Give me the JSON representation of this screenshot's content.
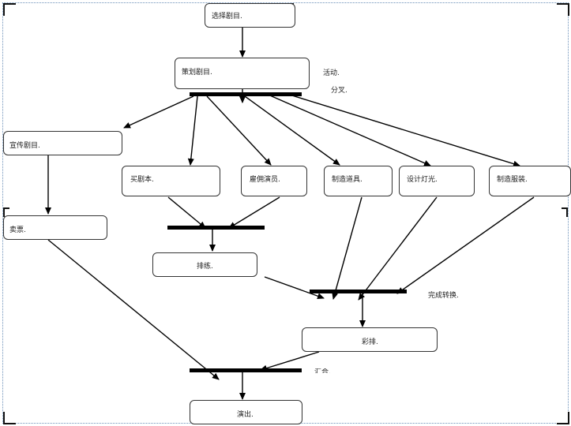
{
  "nodes": {
    "choose_play": "选择剧目.",
    "plan_play": "策划剧目.",
    "promote": "宣传剧目.",
    "buy_script": "买剧本.",
    "hire_actors": "雇佣演员.",
    "make_props": "制造道具.",
    "design_lights": "设计灯光.",
    "make_costumes": "制造服装.",
    "sell_tickets": "卖票.",
    "rehearse": "排练.",
    "dress_rehearsal": "彩排.",
    "perform": "演出."
  },
  "notes": {
    "activity": "活动.",
    "fork": "分叉.",
    "join_complete": "完成转换.",
    "join_final": "汇合."
  }
}
